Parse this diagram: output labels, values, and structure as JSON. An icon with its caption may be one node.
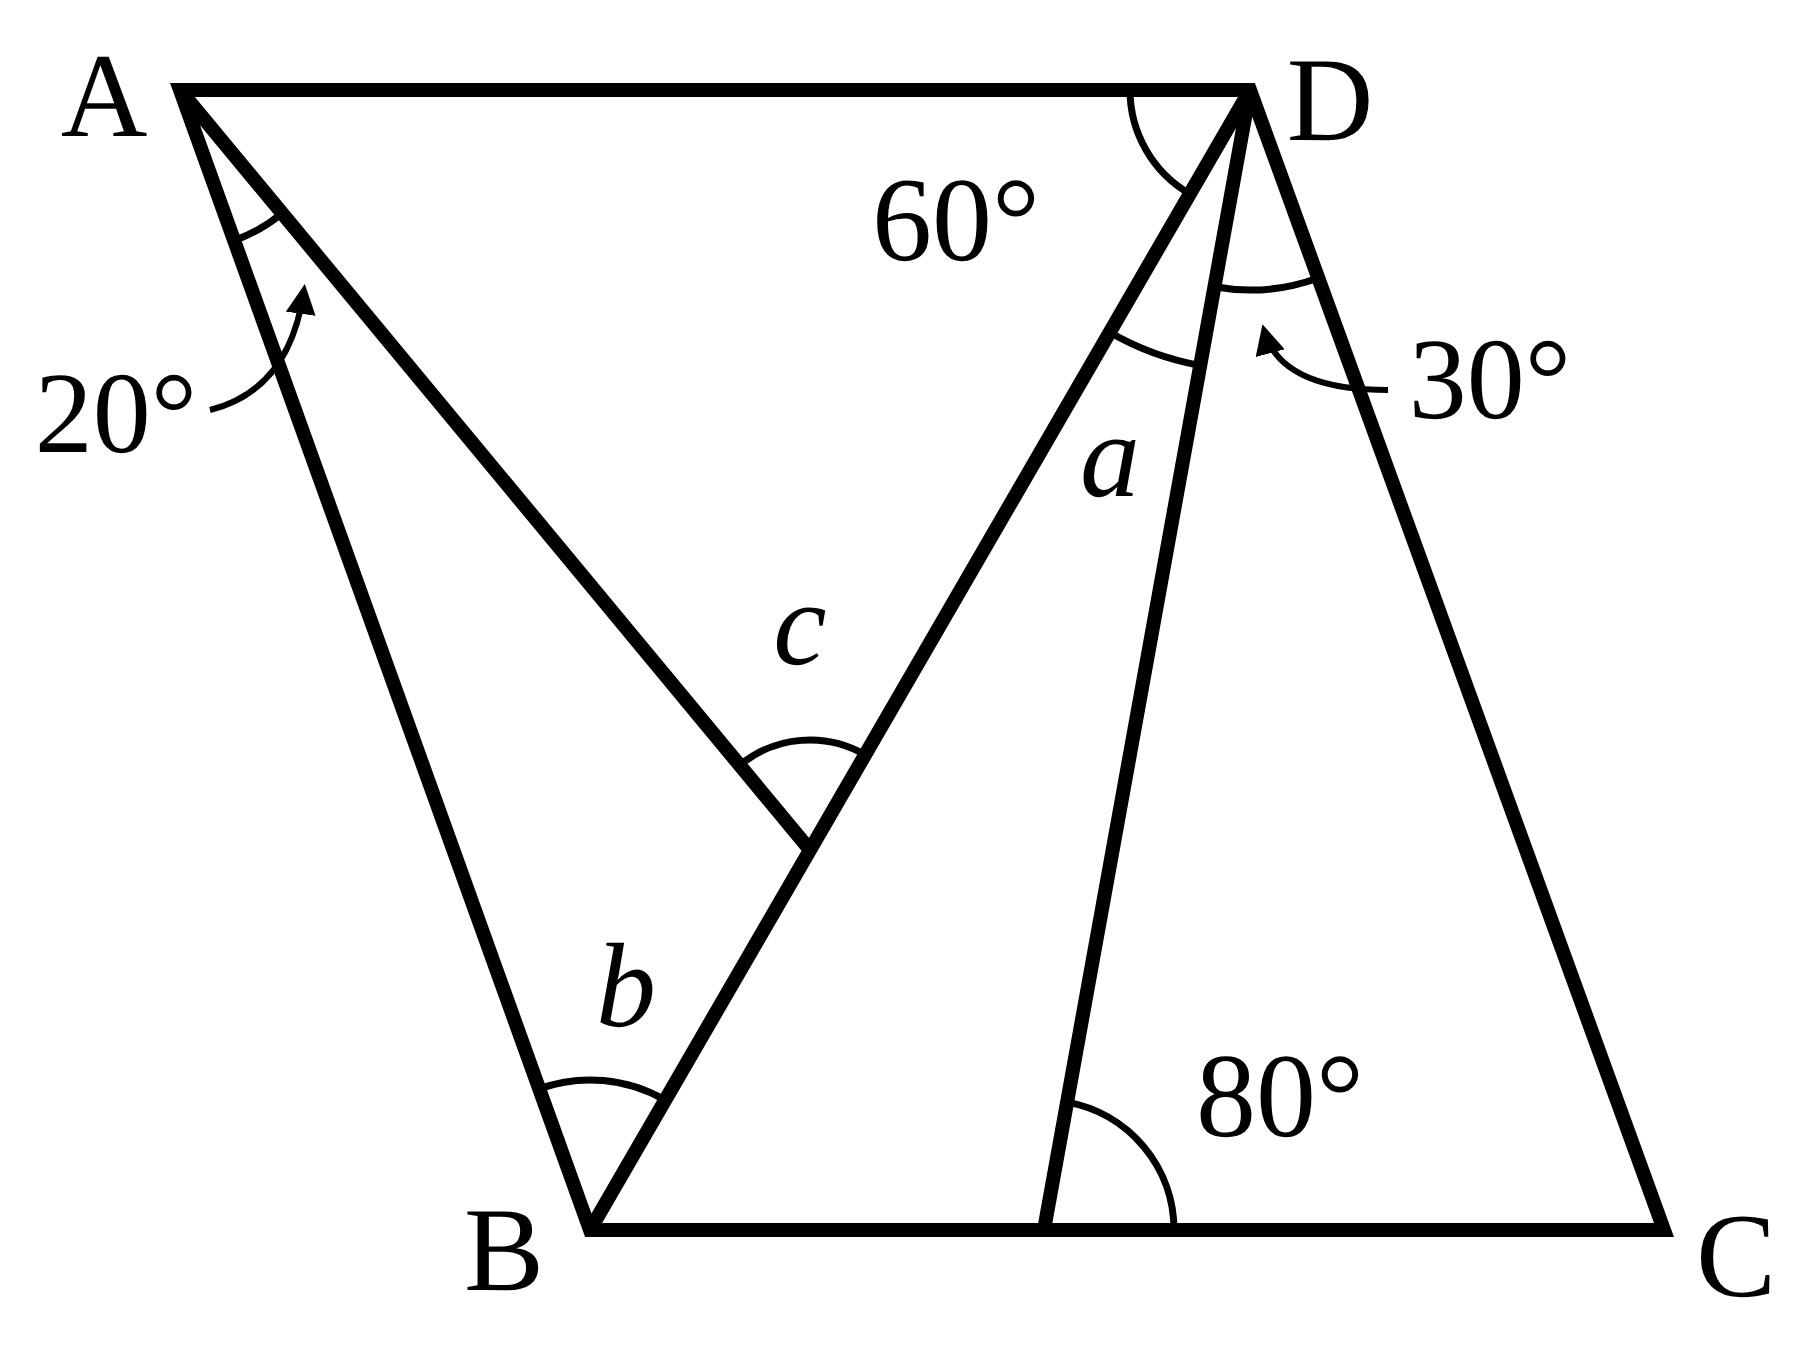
{
  "diagram": {
    "nodes": [
      {
        "text": [
          "20°"
        ]
      },
      {
        "text": [
          "30°"
        ]
      }
    ],
    "edges": [
      {
        "from": 0,
        "to": null,
        "arrow": "to"
      },
      {
        "from": 1,
        "to": null,
        "arrow": "to"
      }
    ],
    "labels": [
      "A",
      "D",
      "60°",
      "a",
      "c",
      "b",
      "B",
      "80°",
      "C"
    ]
  }
}
